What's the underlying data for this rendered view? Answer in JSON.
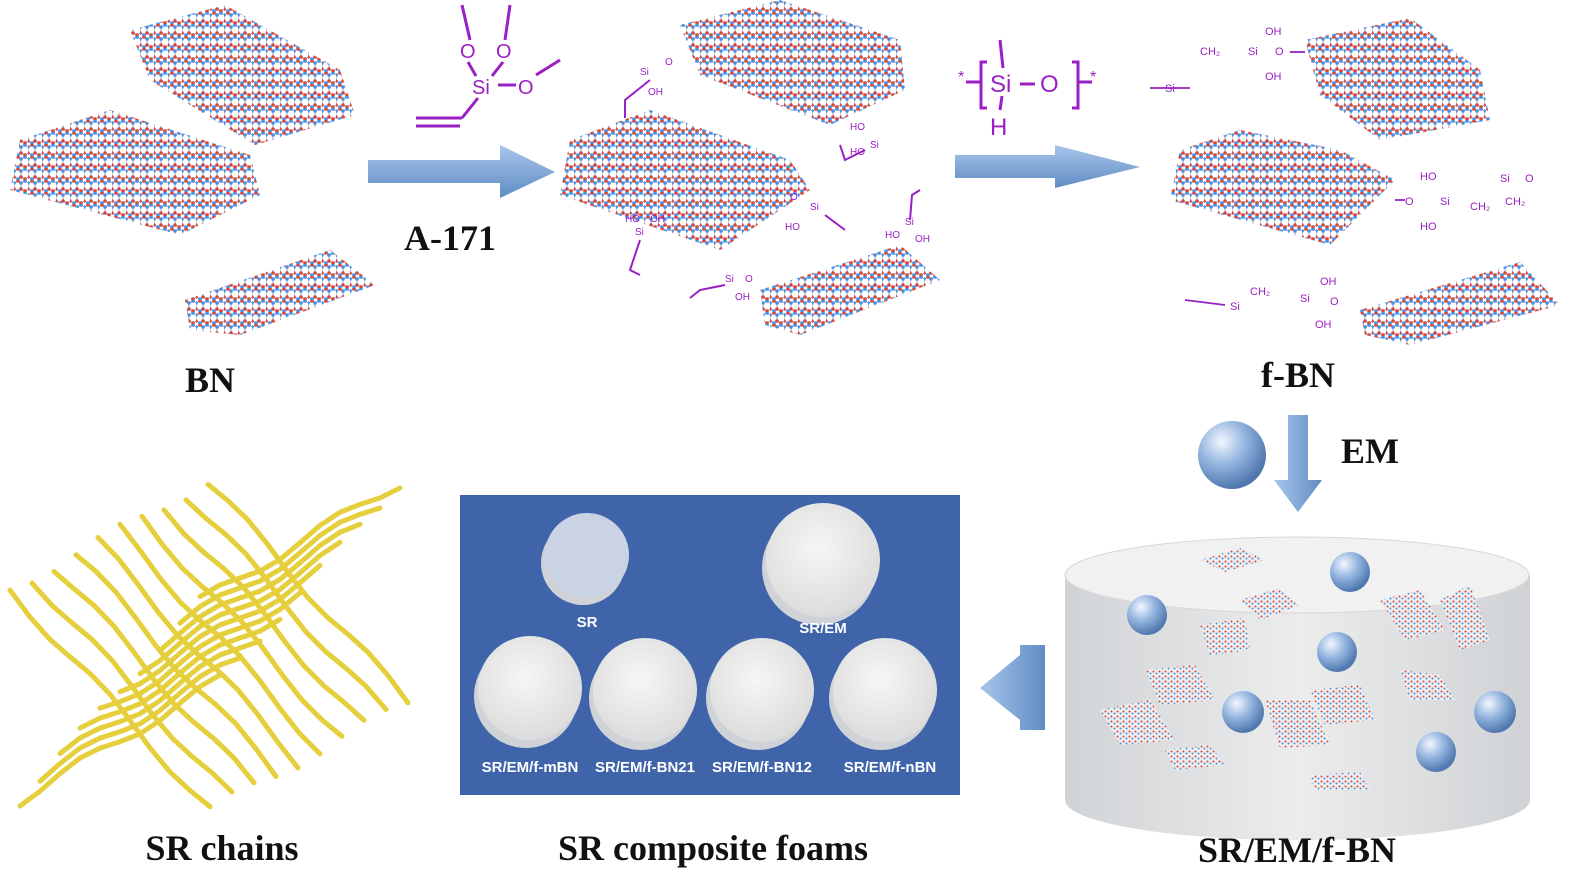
{
  "labels": {
    "bn": "BN",
    "a171": "A-171",
    "fbn": "f-BN",
    "em": "EM",
    "sr_chains": "SR chains",
    "sr_composite_foams": "SR composite foams",
    "sr_em_fbn": "SR/EM/f-BN"
  },
  "chemistry": {
    "silane_atom_si": "Si",
    "silane_atom_o": "O",
    "polymer_star": "*",
    "polymer_si": "Si",
    "polymer_o": "O",
    "polymer_h": "H",
    "oh": "OH",
    "ho": "HO",
    "si": "Si",
    "o": "O",
    "ch2": "CH₂"
  },
  "photo": {
    "samples": [
      "SR",
      "SR/EM",
      "SR/EM/f-mBN",
      "SR/EM/f-BN21",
      "SR/EM/f-BN12",
      "SR/EM/f-nBN"
    ]
  },
  "colors": {
    "boron": "#4a8ee0",
    "nitrogen": "#d8453a",
    "chem": "#9a1fc4",
    "arrow": "#7ea6d6",
    "photo_bg": "#3f64a9",
    "chains": "#e6cf3c",
    "sphere": "#8fb1dc"
  }
}
